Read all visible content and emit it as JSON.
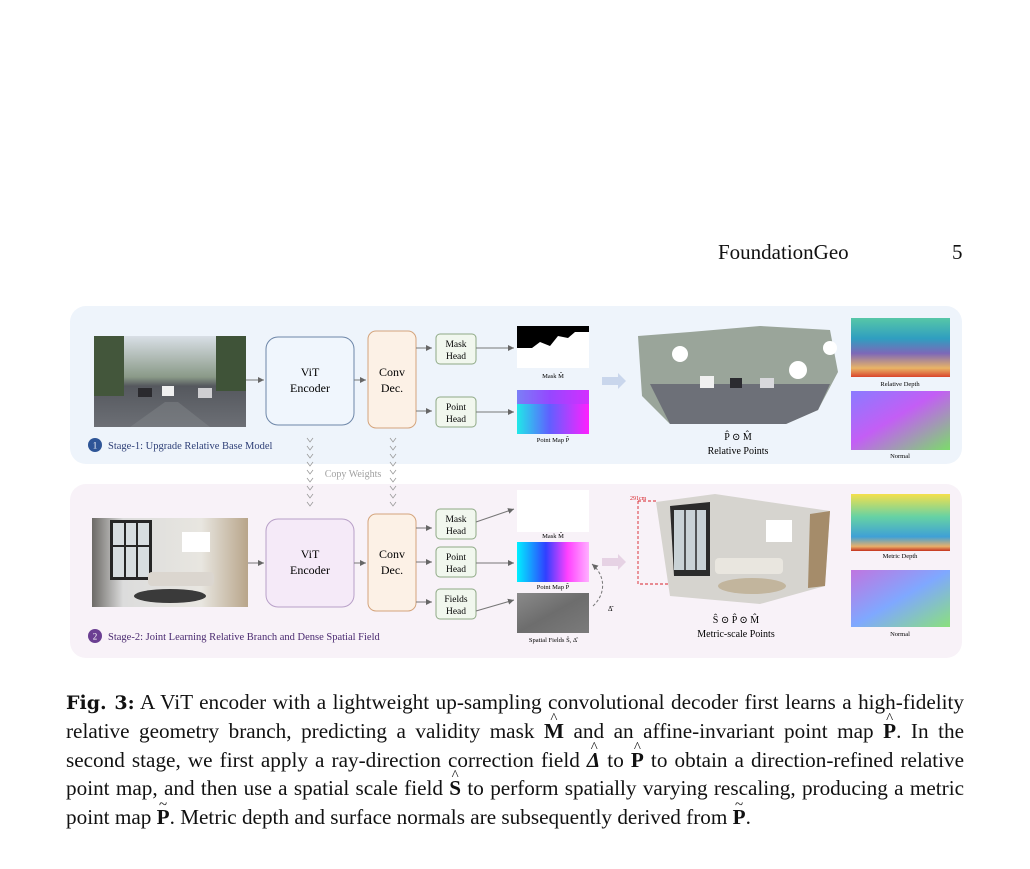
{
  "header": {
    "title": "FoundationGeo",
    "page": "5"
  },
  "stage1": {
    "badge": "1",
    "title": "Stage-1: Upgrade Relative Base Model",
    "encoder": [
      "ViT",
      "Encoder"
    ],
    "decoder": [
      "Conv",
      "Dec."
    ],
    "heads": [
      [
        "Mask",
        "Head"
      ],
      [
        "Point",
        "Head"
      ]
    ],
    "mask_label": "Mask M̂",
    "point_label": "Point Map P̂",
    "points_formula": "P̂ ⊙ M̂",
    "points_label": "Relative Points",
    "depth_label": "Relative Depth",
    "normal_label": "Normal"
  },
  "copy_weights": "Copy Weights",
  "stage2": {
    "badge": "2",
    "title": "Stage-2: Joint Learning Relative Branch and Dense Spatial Field",
    "encoder": [
      "ViT",
      "Encoder"
    ],
    "decoder": [
      "Conv",
      "Dec."
    ],
    "heads": [
      [
        "Mask",
        "Head"
      ],
      [
        "Point",
        "Head"
      ],
      [
        "Fields",
        "Head"
      ]
    ],
    "mask_label": "Mask M̂",
    "point_label": "Point Map P̂",
    "fields_label": "Spatial Fields Ŝ, Δ̂",
    "delta_label": "Δ̂",
    "scale_annotation": "291cm",
    "points_formula": "Ŝ ⊙ P̂ ⊙ M̂",
    "points_label": "Metric-scale Points",
    "depth_label": "Metric Depth",
    "normal_label": "Normal"
  },
  "caption": {
    "label": "Fig. 3:",
    "t1": " A ViT encoder with a lightweight up-sampling convolutional decoder first learns a high-fidelity relative geometry branch, predicting a validity mask ",
    "t2": " and an affine-invariant point map ",
    "t3": ". In the second stage, we first apply a ray-direction correction field ",
    "t4": " to ",
    "t5": " to obtain a direction-refined relative point map, and then use a spatial scale field ",
    "t6": " to perform spatially varying rescaling, producing a metric point map ",
    "t7": ". Metric depth and surface normals are subsequently derived from ",
    "t8": "."
  },
  "colors": {
    "stage1_bg": "#eef4fb",
    "stage2_bg": "#f8f2f8",
    "badge1": "#2e5597",
    "badge2": "#6b3f92"
  }
}
